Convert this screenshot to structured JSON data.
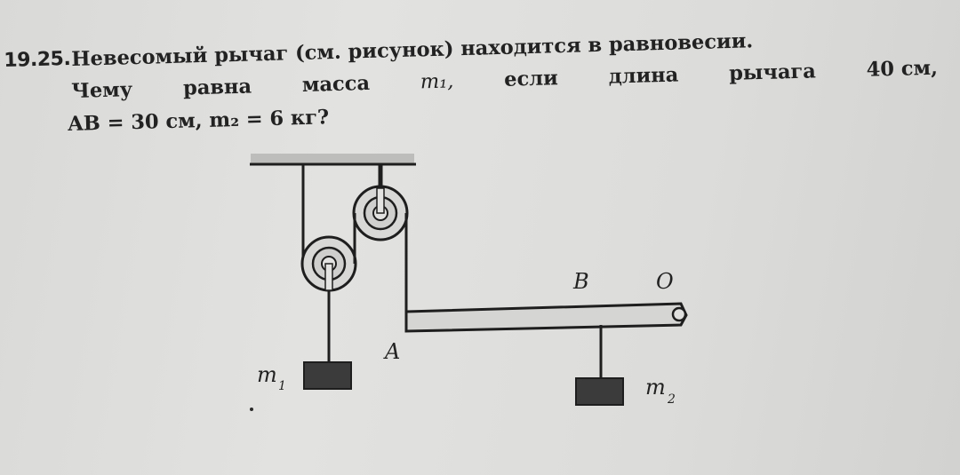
{
  "problem": {
    "number": "19.25.",
    "line1": "Невесомый рычаг (см. рисунок) находится в равновесии.",
    "line2_words": [
      "Чему",
      "равна",
      "масса",
      "m₁,",
      "если",
      "длина",
      "рычага",
      "40 см,"
    ],
    "line3": "AB = 30 см, m₂ = 6 кг?"
  },
  "figure": {
    "label_A": "A",
    "label_B": "B",
    "label_O": "O",
    "label_m1": "m",
    "label_m1_sub": "1",
    "label_m2": "m",
    "label_m2_sub": "2"
  }
}
